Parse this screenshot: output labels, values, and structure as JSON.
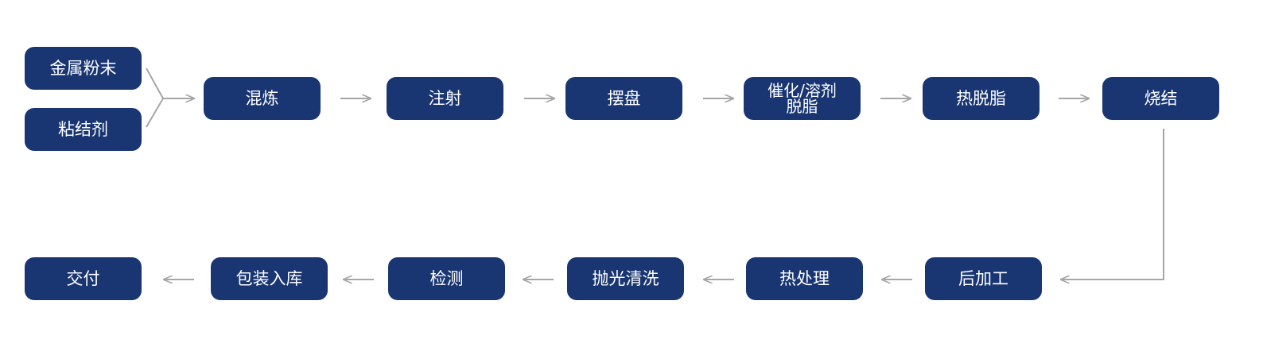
{
  "colors": {
    "node_fill": "#193673",
    "node_text": "#ffffff",
    "connector": "#a6a6a6",
    "background": "#ffffff"
  },
  "inputs": [
    "金属粉末",
    "粘结剂"
  ],
  "top_row": [
    "混炼",
    "注射",
    "摆盘",
    "催化/溶剂\n脱脂",
    "热脱脂",
    "烧结"
  ],
  "bottom_row_right_to_left": [
    "后加工",
    "热处理",
    "抛光清洗",
    "检测",
    "包装入库",
    "交付"
  ]
}
